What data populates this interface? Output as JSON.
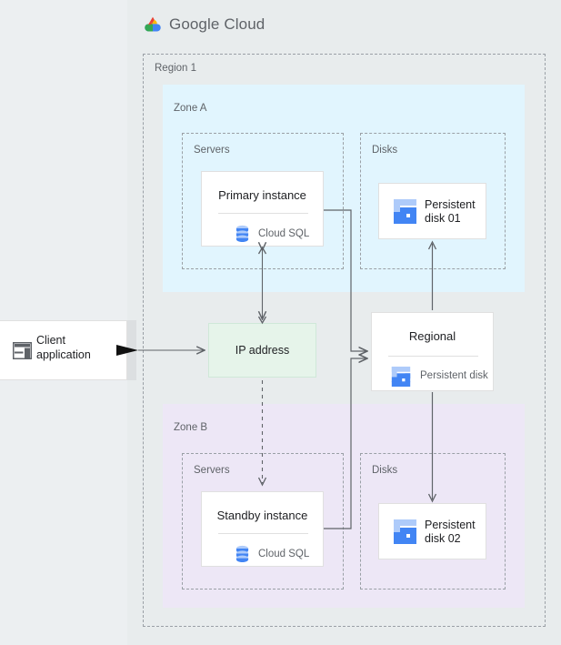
{
  "header": {
    "brand_google": "Google",
    "brand_cloud": "Cloud",
    "logo_icon": "google-cloud-logo-icon"
  },
  "diagram": {
    "region": {
      "label": "Region 1"
    },
    "zones": [
      {
        "id": "zone-a",
        "label": "Zone A",
        "color": "#e1f5fe"
      },
      {
        "id": "zone-b",
        "label": "Zone B",
        "color": "#ede7f6"
      }
    ],
    "groups": [
      {
        "id": "servers-a",
        "label": "Servers"
      },
      {
        "id": "disks-a",
        "label": "Disks"
      },
      {
        "id": "servers-b",
        "label": "Servers"
      },
      {
        "id": "disks-b",
        "label": "Disks"
      }
    ],
    "nodes": {
      "client": {
        "label_line1": "Client",
        "label_line2": "application",
        "icon": "browser-window-icon"
      },
      "ip_address": {
        "label": "IP address",
        "color": "#e6f4ea"
      },
      "primary_instance": {
        "title": "Primary instance",
        "subtitle": "Cloud SQL",
        "icon": "cloud-sql-icon"
      },
      "standby_instance": {
        "title": "Standby instance",
        "subtitle": "Cloud SQL",
        "icon": "cloud-sql-icon"
      },
      "persistent_disk_01": {
        "label_line1": "Persistent",
        "label_line2": "disk 01",
        "icon": "persistent-disk-icon"
      },
      "persistent_disk_02": {
        "label_line1": "Persistent",
        "label_line2": "disk 02",
        "icon": "persistent-disk-icon"
      },
      "regional_disk": {
        "title": "Regional",
        "subtitle": "Persistent disk",
        "icon": "persistent-disk-icon"
      }
    },
    "connectors": [
      {
        "id": "client-to-ip",
        "style": "solid",
        "arrow": "both"
      },
      {
        "id": "primary-to-ip",
        "style": "solid",
        "arrow": "both"
      },
      {
        "id": "ip-to-standby",
        "style": "dashed",
        "arrow": "end"
      },
      {
        "id": "primary-to-regional",
        "style": "solid",
        "arrow": "end"
      },
      {
        "id": "standby-to-regional",
        "style": "solid",
        "arrow": "end"
      },
      {
        "id": "regional-to-disk01",
        "style": "solid",
        "arrow": "end"
      },
      {
        "id": "regional-to-disk02",
        "style": "solid",
        "arrow": "end"
      }
    ],
    "colors": {
      "background": "#e8eced",
      "zone_a": "#e1f5fe",
      "zone_b": "#ede7f6",
      "ip_address": "#e6f4ea",
      "connector": "#5f6368",
      "dashed_border": "#9aa0a6",
      "icon_blue_dark": "#4285f4",
      "icon_blue_light": "#aecbfa"
    }
  }
}
